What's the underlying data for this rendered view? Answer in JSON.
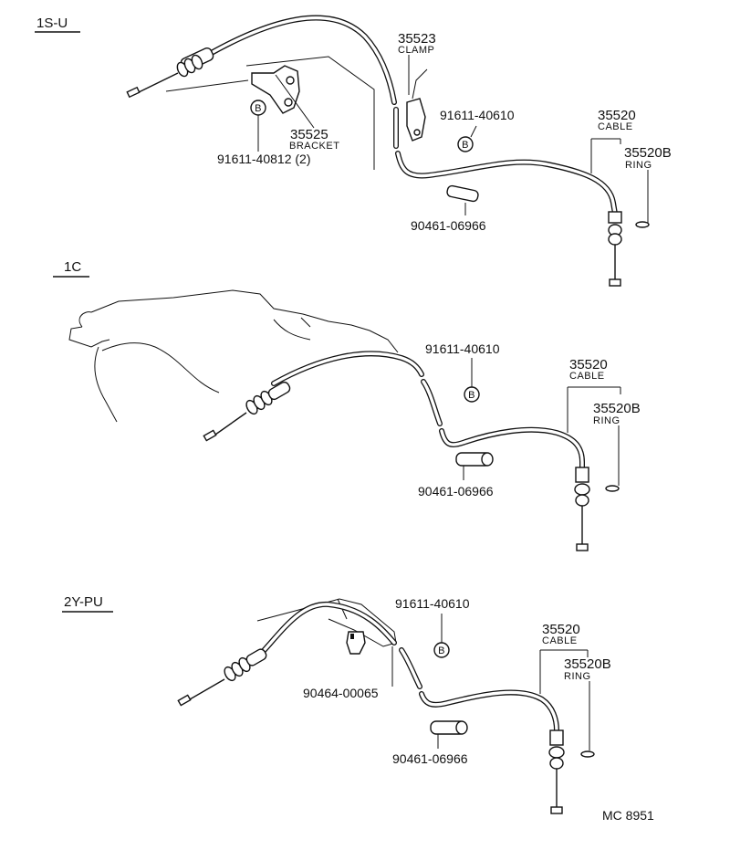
{
  "sections": [
    {
      "title": "1S-U",
      "labels": {
        "clamp_no": "35523",
        "clamp_name": "CLAMP",
        "bracket_no": "35525",
        "bracket_name": "BRACKET",
        "bolt_bracket": "91611-40812 (2)",
        "bolt": "91611-40610",
        "cable_no": "35520",
        "cable_name": "CABLE",
        "ring_no": "35520B",
        "ring_name": "RING",
        "clip": "90461-06966"
      }
    },
    {
      "title": "1C",
      "labels": {
        "bolt": "91611-40610",
        "cable_no": "35520",
        "cable_name": "CABLE",
        "ring_no": "35520B",
        "ring_name": "RING",
        "clip": "90461-06966"
      }
    },
    {
      "title": "2Y-PU",
      "labels": {
        "bolt": "91611-40610",
        "clip2": "90464-00065",
        "cable_no": "35520",
        "cable_name": "CABLE",
        "ring_no": "35520B",
        "ring_name": "RING",
        "clip": "90461-06966"
      }
    }
  ],
  "bolt_mark": "B",
  "code": "MC 8951"
}
